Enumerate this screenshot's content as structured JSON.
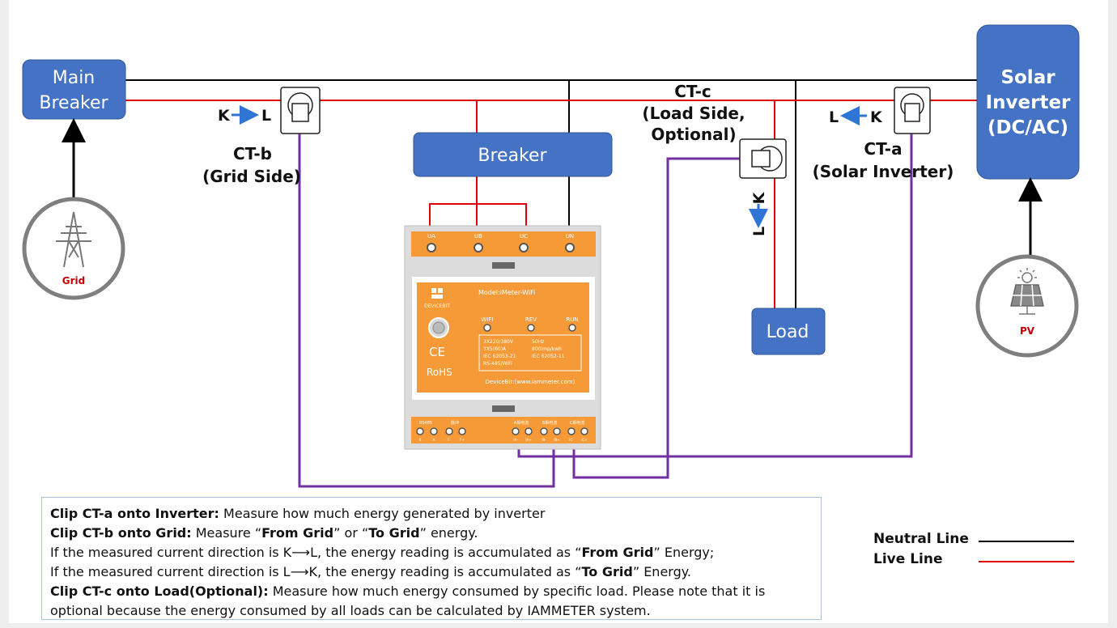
{
  "boxes": {
    "main_breaker": [
      "Main",
      "Breaker"
    ],
    "breaker": "Breaker",
    "solar_inverter": [
      "Solar",
      "Inverter",
      "(DC/AC)"
    ],
    "load": "Load"
  },
  "circles": {
    "grid": "Grid",
    "pv": "PV"
  },
  "ct_b": {
    "title": "CT-b",
    "subtitle": "(Grid Side)",
    "dir_from": "K",
    "dir_to": "L"
  },
  "ct_c": {
    "title": "CT-c",
    "subtitle_1": "(Load Side,",
    "subtitle_2": "Optional)",
    "dir_from": "K",
    "dir_to": "L"
  },
  "ct_a": {
    "title": "CT-a",
    "subtitle": "(Solar Inverter)",
    "dir_from": "K",
    "dir_to": "L"
  },
  "meter": {
    "top_terminals": [
      "UA",
      "UB",
      "UC",
      "UN"
    ],
    "brand": "DEVICEBIT",
    "model": "Model:iMeter-WiFi",
    "leds": [
      "WIFI",
      "REV",
      "RUN"
    ],
    "specs_left": [
      "3X220/380V",
      "3X5(60)A",
      "IEC  62053-21",
      "RS-485/WiFi"
    ],
    "specs_right": [
      "50Hz",
      "800imp/kwh",
      "IEC  62052-11"
    ],
    "ce": "CE",
    "rohs": "RoHS",
    "website": "DeviceBit:(www.iammeter.com)",
    "bottom_groups": [
      "RS485",
      "脉冲",
      "A相电流",
      "B相电流",
      "C相电流"
    ],
    "bottom_pins": [
      "B",
      "A",
      "F-",
      "F+",
      "IA-",
      "IA+",
      "IB-",
      "IB+",
      "IC-",
      "IC+"
    ]
  },
  "notes": {
    "line1_bold": "Clip CT-a onto Inverter:",
    "line1_rest": " Measure how much energy generated by inverter",
    "line2_bold": "Clip CT-b onto Grid:",
    "line2_rest_a": " Measure “",
    "line2_b1": "From Grid",
    "line2_rest_b": "” or “",
    "line2_b2": "To Grid",
    "line2_rest_c": "” energy.",
    "line3_a": "If the measured current direction is K⟶L, the energy reading is accumulated as “",
    "line3_b": "From Grid",
    "line3_c": "” Energy;",
    "line4_a": "If the measured current direction is L⟶K, the energy reading is accumulated as “",
    "line4_b": "To Grid",
    "line4_c": "” Energy.",
    "line5_bold": "Clip CT-c onto Load(Optional):",
    "line5_rest": " Measure how much energy consumed by specific load. Please note that it is",
    "line6": "optional because the energy consumed by all loads can be calculated by IAMMETER system."
  },
  "legend": {
    "neutral": "Neutral Line",
    "live": "Live Line"
  },
  "colors": {
    "box_blue": "#4472c4",
    "neutral": "#000000",
    "live": "#e00000",
    "ct_wire": "#7030a0",
    "meter_orange": "#f59a36",
    "arrow_blue": "#2e75d6"
  }
}
